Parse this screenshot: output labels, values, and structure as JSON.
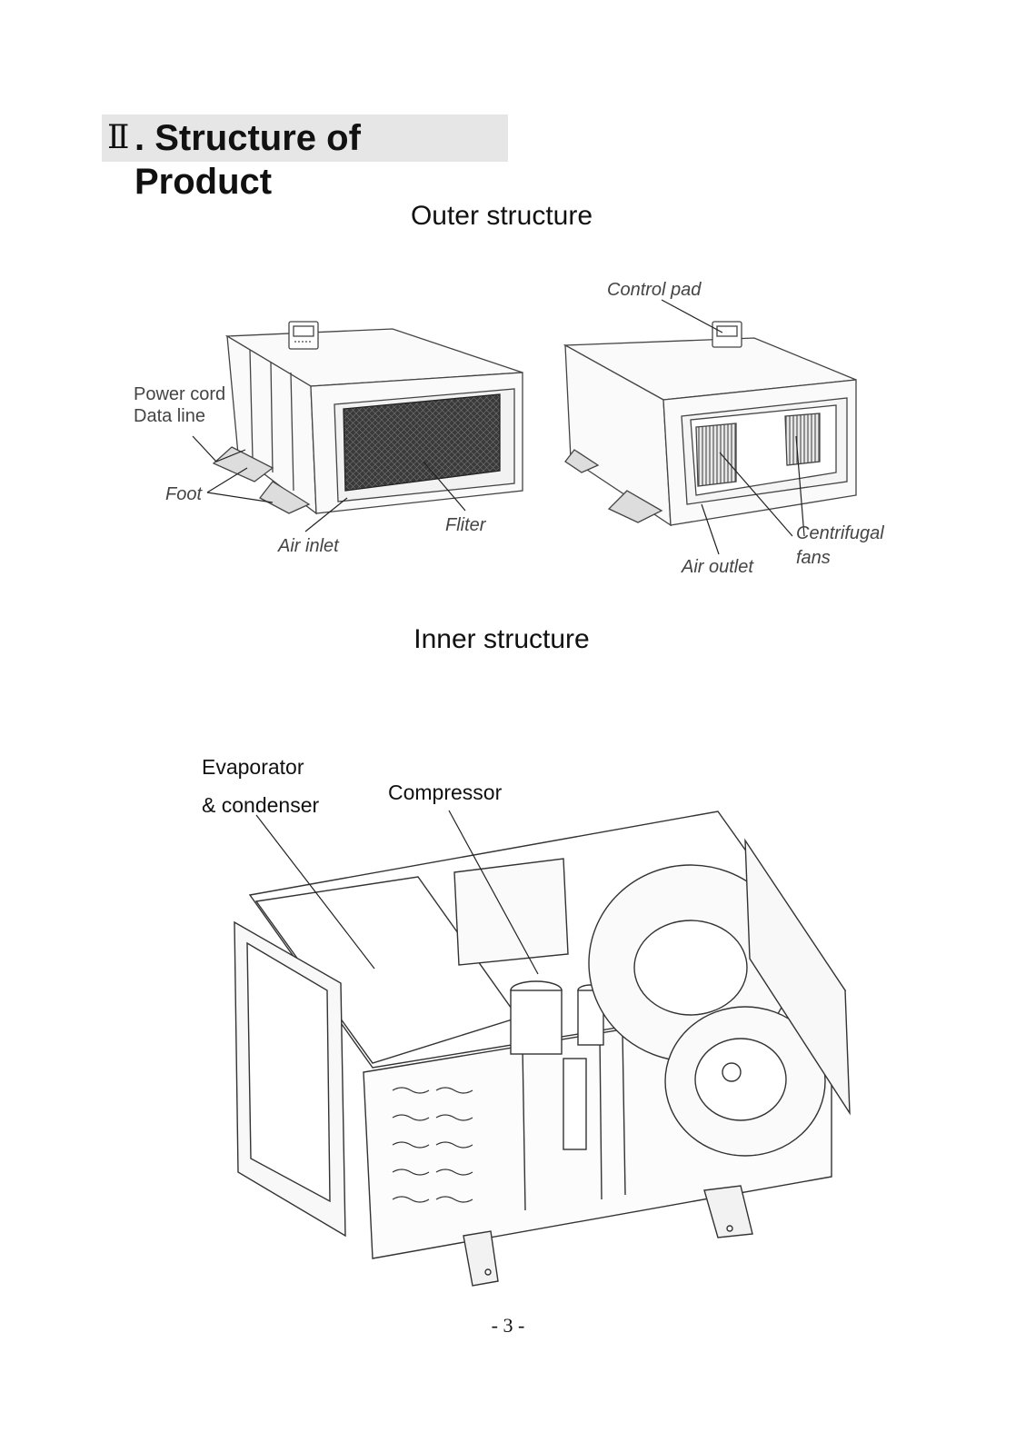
{
  "heading": {
    "roman": "Ⅱ",
    "title": ". Structure of Product"
  },
  "outer": {
    "title": "Outer structure",
    "labels": {
      "power_cord": "Power cord",
      "data_line": "Data line",
      "foot": "Foot",
      "air_inlet": "Air inlet",
      "filter": "Fliter",
      "control_pad": "Control pad",
      "centrifugal": "Centrifugal",
      "fans": "fans",
      "air_outlet": "Air outlet"
    }
  },
  "inner": {
    "title": "Inner structure",
    "labels": {
      "evaporator": "Evaporator",
      "condenser": "& condenser",
      "compressor": "Compressor"
    }
  },
  "page_number": "- 3 -"
}
